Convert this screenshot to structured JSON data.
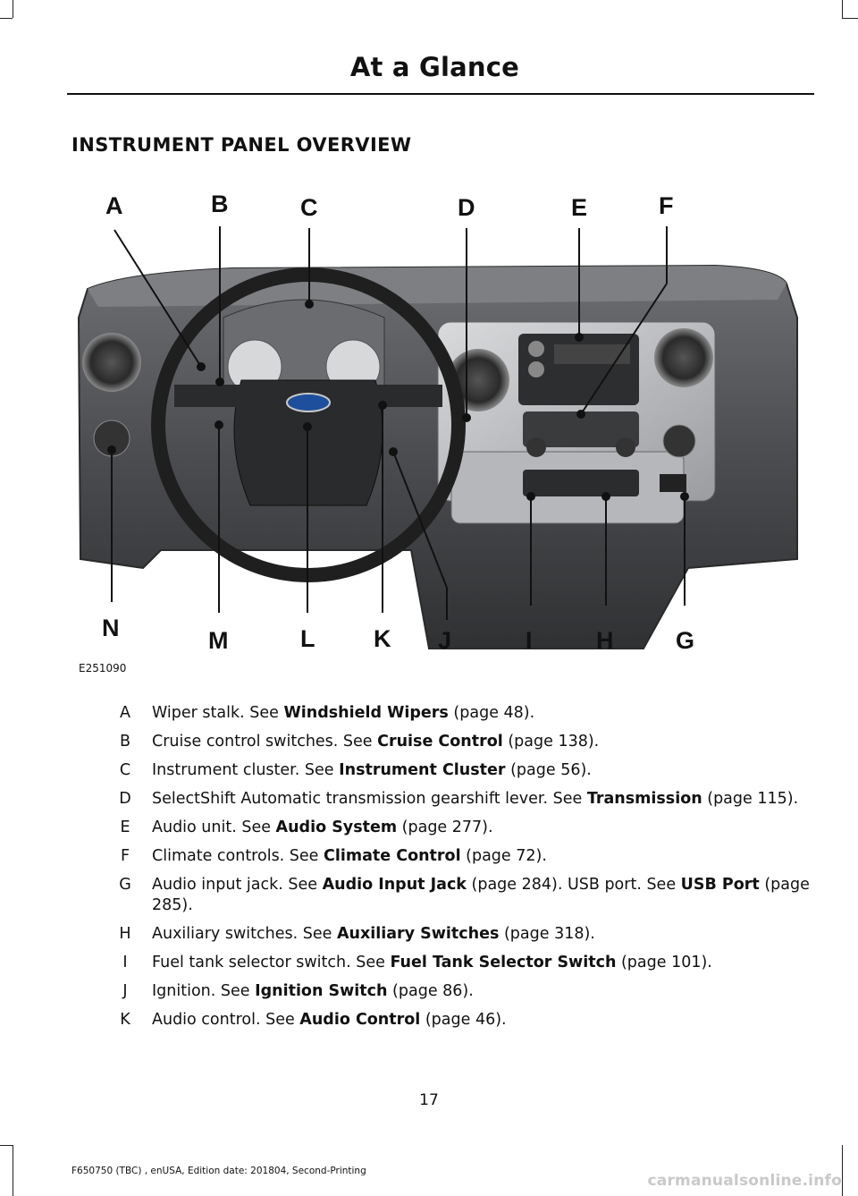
{
  "header": {
    "title": "At a Glance"
  },
  "section": {
    "title": "INSTRUMENT PANEL OVERVIEW"
  },
  "figure": {
    "code": "E251090",
    "callouts": [
      "A",
      "B",
      "C",
      "D",
      "E",
      "F",
      "G",
      "H",
      "I",
      "J",
      "K",
      "L",
      "M",
      "N"
    ]
  },
  "legend": [
    {
      "key": "A",
      "text": "Wiper stalk.  See ",
      "ref": "Windshield Wipers",
      "suffix": " (page 48)."
    },
    {
      "key": "B",
      "text": "Cruise control switches.  See ",
      "ref": "Cruise Control",
      "suffix": " (page 138)."
    },
    {
      "key": "C",
      "text": "Instrument cluster.  See ",
      "ref": "Instrument Cluster",
      "suffix": " (page 56)."
    },
    {
      "key": "D",
      "text": "SelectShift Automatic transmission gearshift lever.  See ",
      "ref": "Transmission",
      "suffix": " (page 115)."
    },
    {
      "key": "E",
      "text": "Audio unit.  See ",
      "ref": "Audio System",
      "suffix": " (page 277)."
    },
    {
      "key": "F",
      "text": "Climate controls.  See ",
      "ref": "Climate Control",
      "suffix": " (page 72)."
    },
    {
      "key": "G",
      "text": "Audio input jack.  See ",
      "ref": "Audio Input Jack",
      "suffix": " (page 284).  USB port.  See ",
      "ref2": "USB Port",
      "suffix2": " (page 285)."
    },
    {
      "key": "H",
      "text": "Auxiliary switches.  See ",
      "ref": "Auxiliary Switches",
      "suffix": " (page 318)."
    },
    {
      "key": "I",
      "text": "Fuel tank selector switch.  See ",
      "ref": "Fuel Tank Selector Switch",
      "suffix": " (page 101)."
    },
    {
      "key": "J",
      "text": "Ignition.  See ",
      "ref": "Ignition Switch",
      "suffix": " (page 86)."
    },
    {
      "key": "K",
      "text": "Audio control.  See ",
      "ref": "Audio Control",
      "suffix": " (page 46)."
    }
  ],
  "footer": {
    "page_number": "17",
    "edition": "F650750 (TBC) , enUSA, Edition date: 201804, Second-Printing",
    "watermark": "carmanualsonline.info"
  }
}
